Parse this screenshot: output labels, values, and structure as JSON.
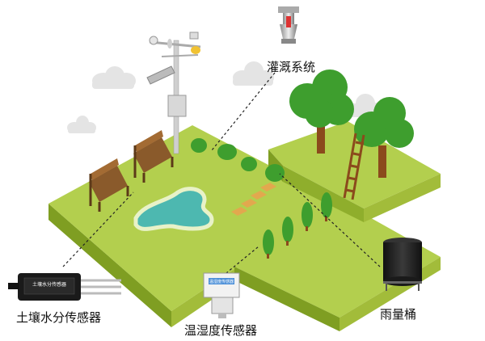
{
  "labels": {
    "irrigation": "灌溉系统",
    "soil_sensor": "土壤水分传感器",
    "temp_humidity_sensor": "温湿度传感器",
    "rain_gauge": "雨量桶"
  },
  "soil_sensor_screen": "土壤水分传感器",
  "temp_sensor_screen": "温湿度传感器",
  "colors": {
    "grass_top": "#b3cf4e",
    "grass_side": "#7f9e22",
    "soil_side": "#c9d97a",
    "pond": "#4db8b0",
    "tree": "#3e9e2e",
    "trunk": "#8b4a1c",
    "bench": "#8a5a2b",
    "cloud": "#e6e6e6"
  },
  "icons": [
    "weather-station-icon",
    "sprinkler-icon",
    "tree-icon",
    "ladder-icon",
    "bench-icon",
    "pond-icon",
    "cloud-icon",
    "soil-sensor-icon",
    "temp-sensor-icon",
    "rain-gauge-icon"
  ]
}
